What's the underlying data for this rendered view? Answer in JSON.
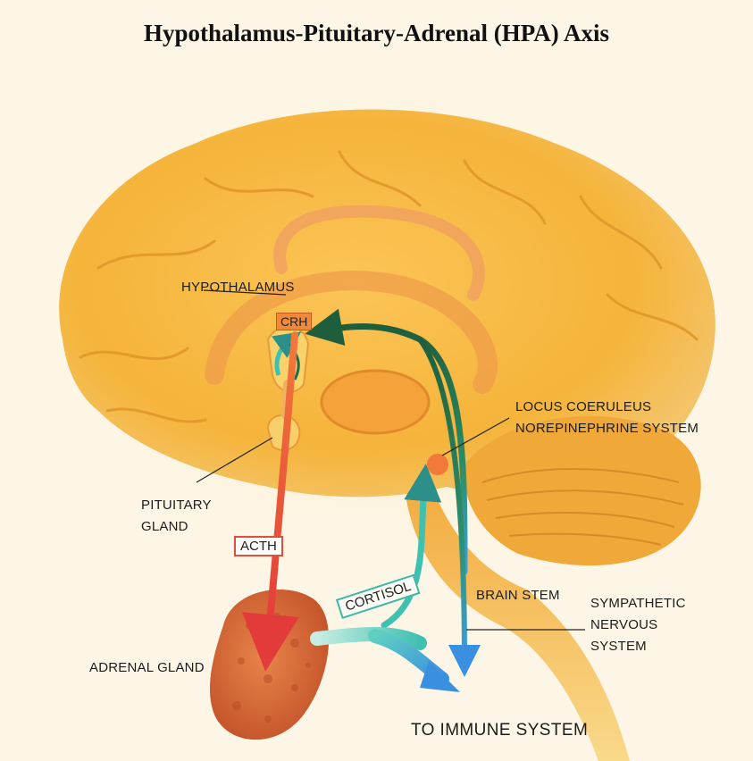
{
  "title": "Hypothalamus-Pituitary-Adrenal (HPA) Axis",
  "labels": {
    "hypothalamus": "HYPOTHALAMUS",
    "crh": "CRH",
    "locus_line1": "LOCUS COERULEUS",
    "locus_line2": "NOREPINEPHRINE SYSTEM",
    "pituitary_line1": "PITUITARY",
    "pituitary_line2": "GLAND",
    "acth": "ACTH",
    "cortisol": "CORTISOL",
    "brain_stem": "BRAIN STEM",
    "sympathetic_line1": "SYMPATHETIC",
    "sympathetic_line2": "NERVOUS",
    "sympathetic_line3": "SYSTEM",
    "adrenal": "ADRENAL GLAND",
    "immune": "TO IMMUNE SYSTEM"
  },
  "colors": {
    "brain": "#f5b43a",
    "acth_arrow": "#e8453a",
    "cortisol_arrow": "#3fc0b0",
    "immune_arrow": "#3aa0e0",
    "ne_arrow": "#1f6a4a",
    "adrenal": "#d8683a"
  }
}
